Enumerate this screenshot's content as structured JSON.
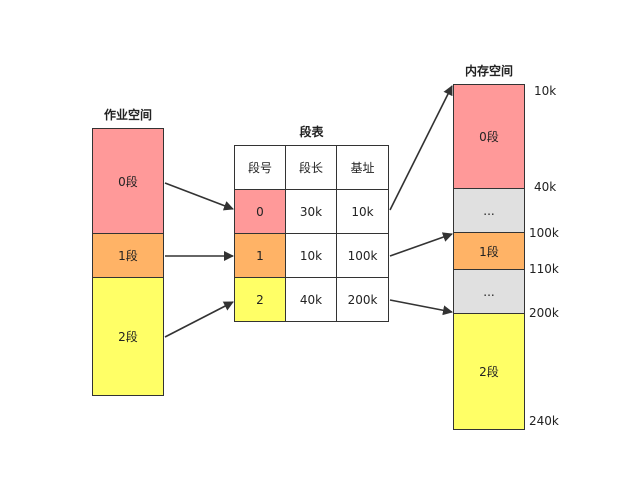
{
  "colors": {
    "pink": "#ff9999",
    "orange": "#ffb366",
    "yellow": "#ffff66",
    "gray": "#e0e0e0",
    "white": "#ffffff"
  },
  "job_space": {
    "title": "作业空间",
    "segments": [
      {
        "label": "0段",
        "color": "#ff9999"
      },
      {
        "label": "1段",
        "color": "#ffb366"
      },
      {
        "label": "2段",
        "color": "#ffff66"
      }
    ]
  },
  "segment_table": {
    "title": "段表",
    "headers": [
      "段号",
      "段长",
      "基址"
    ],
    "rows": [
      {
        "id": "0",
        "length": "30k",
        "base": "10k",
        "color": "#ff9999"
      },
      {
        "id": "1",
        "length": "10k",
        "base": "100k",
        "color": "#ffb366"
      },
      {
        "id": "2",
        "length": "40k",
        "base": "200k",
        "color": "#ffff66"
      }
    ]
  },
  "memory_space": {
    "title": "内存空间",
    "blocks": [
      {
        "label": "0段",
        "color": "#ff9999"
      },
      {
        "label": "...",
        "color": "#e0e0e0"
      },
      {
        "label": "1段",
        "color": "#ffb366"
      },
      {
        "label": "...",
        "color": "#e0e0e0"
      },
      {
        "label": "2段",
        "color": "#ffff66"
      }
    ],
    "addresses": [
      "10k",
      "40k",
      "100k",
      "110k",
      "200k",
      "240k"
    ]
  }
}
